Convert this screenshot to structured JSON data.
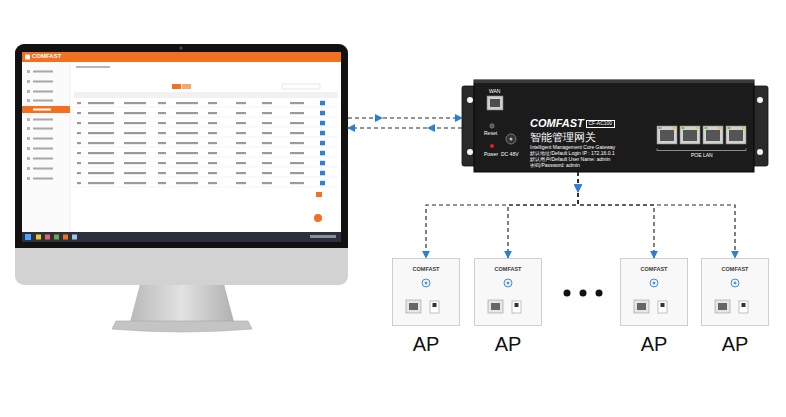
{
  "diagram": {
    "nodes": [
      {
        "text": [
          "COMFAST"
        ]
      },
      {
        "text": [
          "COMFAST",
          "CF-AC100",
          "智能管理网关",
          "Intelligent Management Core Gateway",
          "默认地址/Default Login IP : 172.16.0.1",
          "默认用户/Default User Name: admin",
          "密码/Password: admin",
          "WAN",
          "Reset",
          "Power",
          "DC 48V",
          "POE LAN"
        ]
      },
      {
        "text": [
          "COMFAST",
          "AP"
        ]
      },
      {
        "text": [
          "COMFAST",
          "AP"
        ]
      },
      {
        "text": [
          "COMFAST",
          "AP"
        ]
      },
      {
        "text": [
          "COMFAST",
          "AP"
        ]
      }
    ],
    "edges": [
      {
        "from": 0,
        "to": 1,
        "arrow": "to"
      },
      {
        "from": 1,
        "to": 0,
        "arrow": "to"
      },
      {
        "from": 1,
        "to": 2,
        "arrow": "to"
      },
      {
        "from": 1,
        "to": 3,
        "arrow": "to"
      },
      {
        "from": 1,
        "to": 4,
        "arrow": "to"
      },
      {
        "from": 1,
        "to": 5,
        "arrow": "to"
      }
    ]
  }
}
